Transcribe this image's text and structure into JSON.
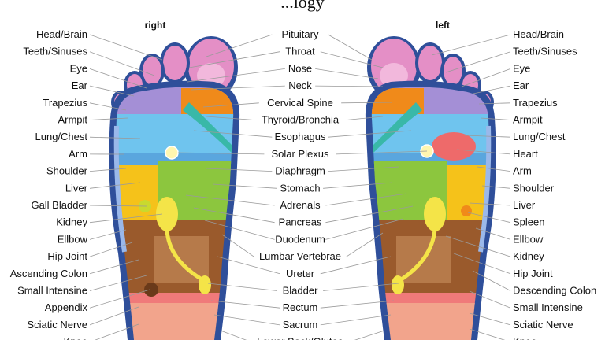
{
  "title_partial": "...logy",
  "feet": {
    "right_label": "right",
    "left_label": "left"
  },
  "labels": {
    "right_outer": [
      "Head/Brain",
      "Teeth/Sinuses",
      "Eye",
      "Ear",
      "Trapezius",
      "Armpit",
      "Lung/Chest",
      "Arm",
      "Shoulder",
      "Liver",
      "Gall Bladder",
      "Kidney",
      "Ellbow",
      "Hip Joint",
      "Ascending Colon",
      "Small Intensine",
      "Appendix",
      "Sciatic Nerve",
      "Knee"
    ],
    "center": [
      "Pituitary",
      "Throat",
      "Nose",
      "Neck",
      "Cervical Spine",
      "Thyroid/Bronchia",
      "Esophagus",
      "Solar Plexus",
      "Diaphragm",
      "Stomach",
      "Adrenals",
      "Pancreas",
      "Duodenum",
      "Lumbar Vertebrae",
      "Ureter",
      "Bladder",
      "Rectum",
      "Sacrum",
      "Lower Back/Glutea"
    ],
    "left_outer": [
      "Head/Brain",
      "Teeth/Sinuses",
      "Eye",
      "Ear",
      "Trapezius",
      "Armpit",
      "Lung/Chest",
      "Heart",
      "Arm",
      "Shoulder",
      "Liver",
      "Spleen",
      "Ellbow",
      "Kidney",
      "Hip Joint",
      "Descending Colon",
      "Small Intensine",
      "Sciatic Nerve",
      "Knee"
    ]
  },
  "colors": {
    "outline": "#2f4f9a",
    "pink": "#e48fc6",
    "lavender": "#a48fd6",
    "orange": "#f08a1a",
    "sky": "#6fc4ee",
    "teal": "#39b8a8",
    "green": "#8cc63e",
    "yellow": "#f5c21a",
    "kidney": "#f4e448",
    "brown": "#9a5a2c",
    "salmon": "#f2a48c",
    "heart": "#ee6a6a"
  }
}
